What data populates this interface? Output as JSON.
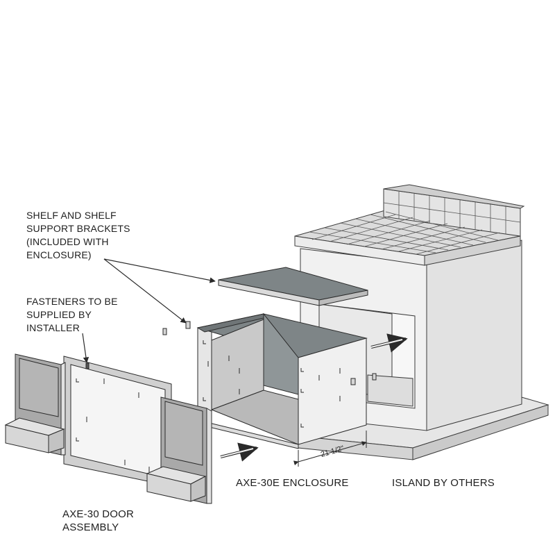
{
  "labels": {
    "shelf": [
      "SHELF AND SHELF",
      "SUPPORT BRACKETS",
      "(INCLUDED WITH",
      "ENCLOSURE)"
    ],
    "fasteners": [
      "FASTENERS TO BE",
      "SUPPLIED BY",
      "INSTALLER"
    ],
    "enclosure": "AXE-30E ENCLOSURE",
    "island": "ISLAND BY OTHERS",
    "door": [
      "AXE-30 DOOR",
      "ASSEMBLY"
    ],
    "dimension": "21 1/2\""
  },
  "colors": {
    "line": "#2a2a2a",
    "steel_light": "#e8e8e8",
    "steel_mid": "#b9b9b9",
    "steel_dark": "#7e8587",
    "island_face": "#f1f1f1",
    "island_side": "#e2e2e2",
    "tile": "#d8d8d8",
    "shadow": "#c7c7c7"
  }
}
